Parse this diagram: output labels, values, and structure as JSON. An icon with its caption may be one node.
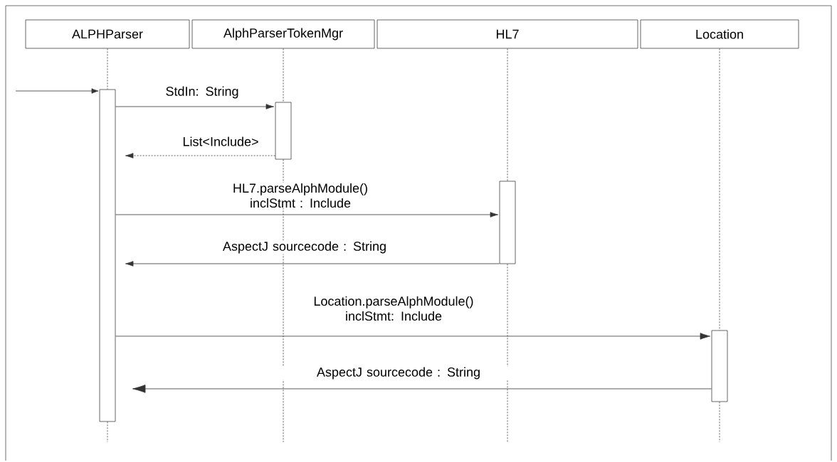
{
  "diagram": {
    "nodes": [
      {
        "text": [
          "ALPHParser"
        ]
      },
      {
        "text": [
          "AlphParserTokenMgr"
        ]
      },
      {
        "text": [
          "HL7"
        ]
      },
      {
        "text": [
          "Location"
        ]
      },
      {
        "text": [],
        "shape": "bar"
      },
      {
        "text": [],
        "shape": "bar"
      },
      {
        "text": [],
        "shape": "bar"
      },
      {
        "text": [],
        "shape": "bar"
      }
    ],
    "edges": [
      {
        "from": 0,
        "to": 4,
        "arrow": "none",
        "style": "dashed"
      },
      {
        "from": 1,
        "to": 5,
        "arrow": "none",
        "style": "dashed"
      },
      {
        "from": 2,
        "to": 6,
        "arrow": "none",
        "style": "dashed"
      },
      {
        "from": 3,
        "to": 7,
        "arrow": "none",
        "style": "dashed"
      },
      {
        "from": null,
        "to": 4,
        "arrow": "to"
      },
      {
        "from": 4,
        "to": 5,
        "arrow": "to",
        "label": "StdIn: String"
      },
      {
        "from": 5,
        "to": 4,
        "arrow": "to",
        "style": "dashed",
        "label": "List<Include>"
      },
      {
        "from": 4,
        "to": 6,
        "arrow": "to",
        "label": "HL7.parseAlphModule() inclStmt : Include"
      },
      {
        "from": 6,
        "to": 4,
        "arrow": "to",
        "label": "AspectJ sourcecode : String"
      },
      {
        "from": 4,
        "to": 7,
        "arrow": "to",
        "label": "Location.parseAlphModule() inclStmt: Include"
      },
      {
        "from": 7,
        "to": 4,
        "arrow": "to",
        "label": "AspectJ sourcecode : String"
      }
    ]
  }
}
